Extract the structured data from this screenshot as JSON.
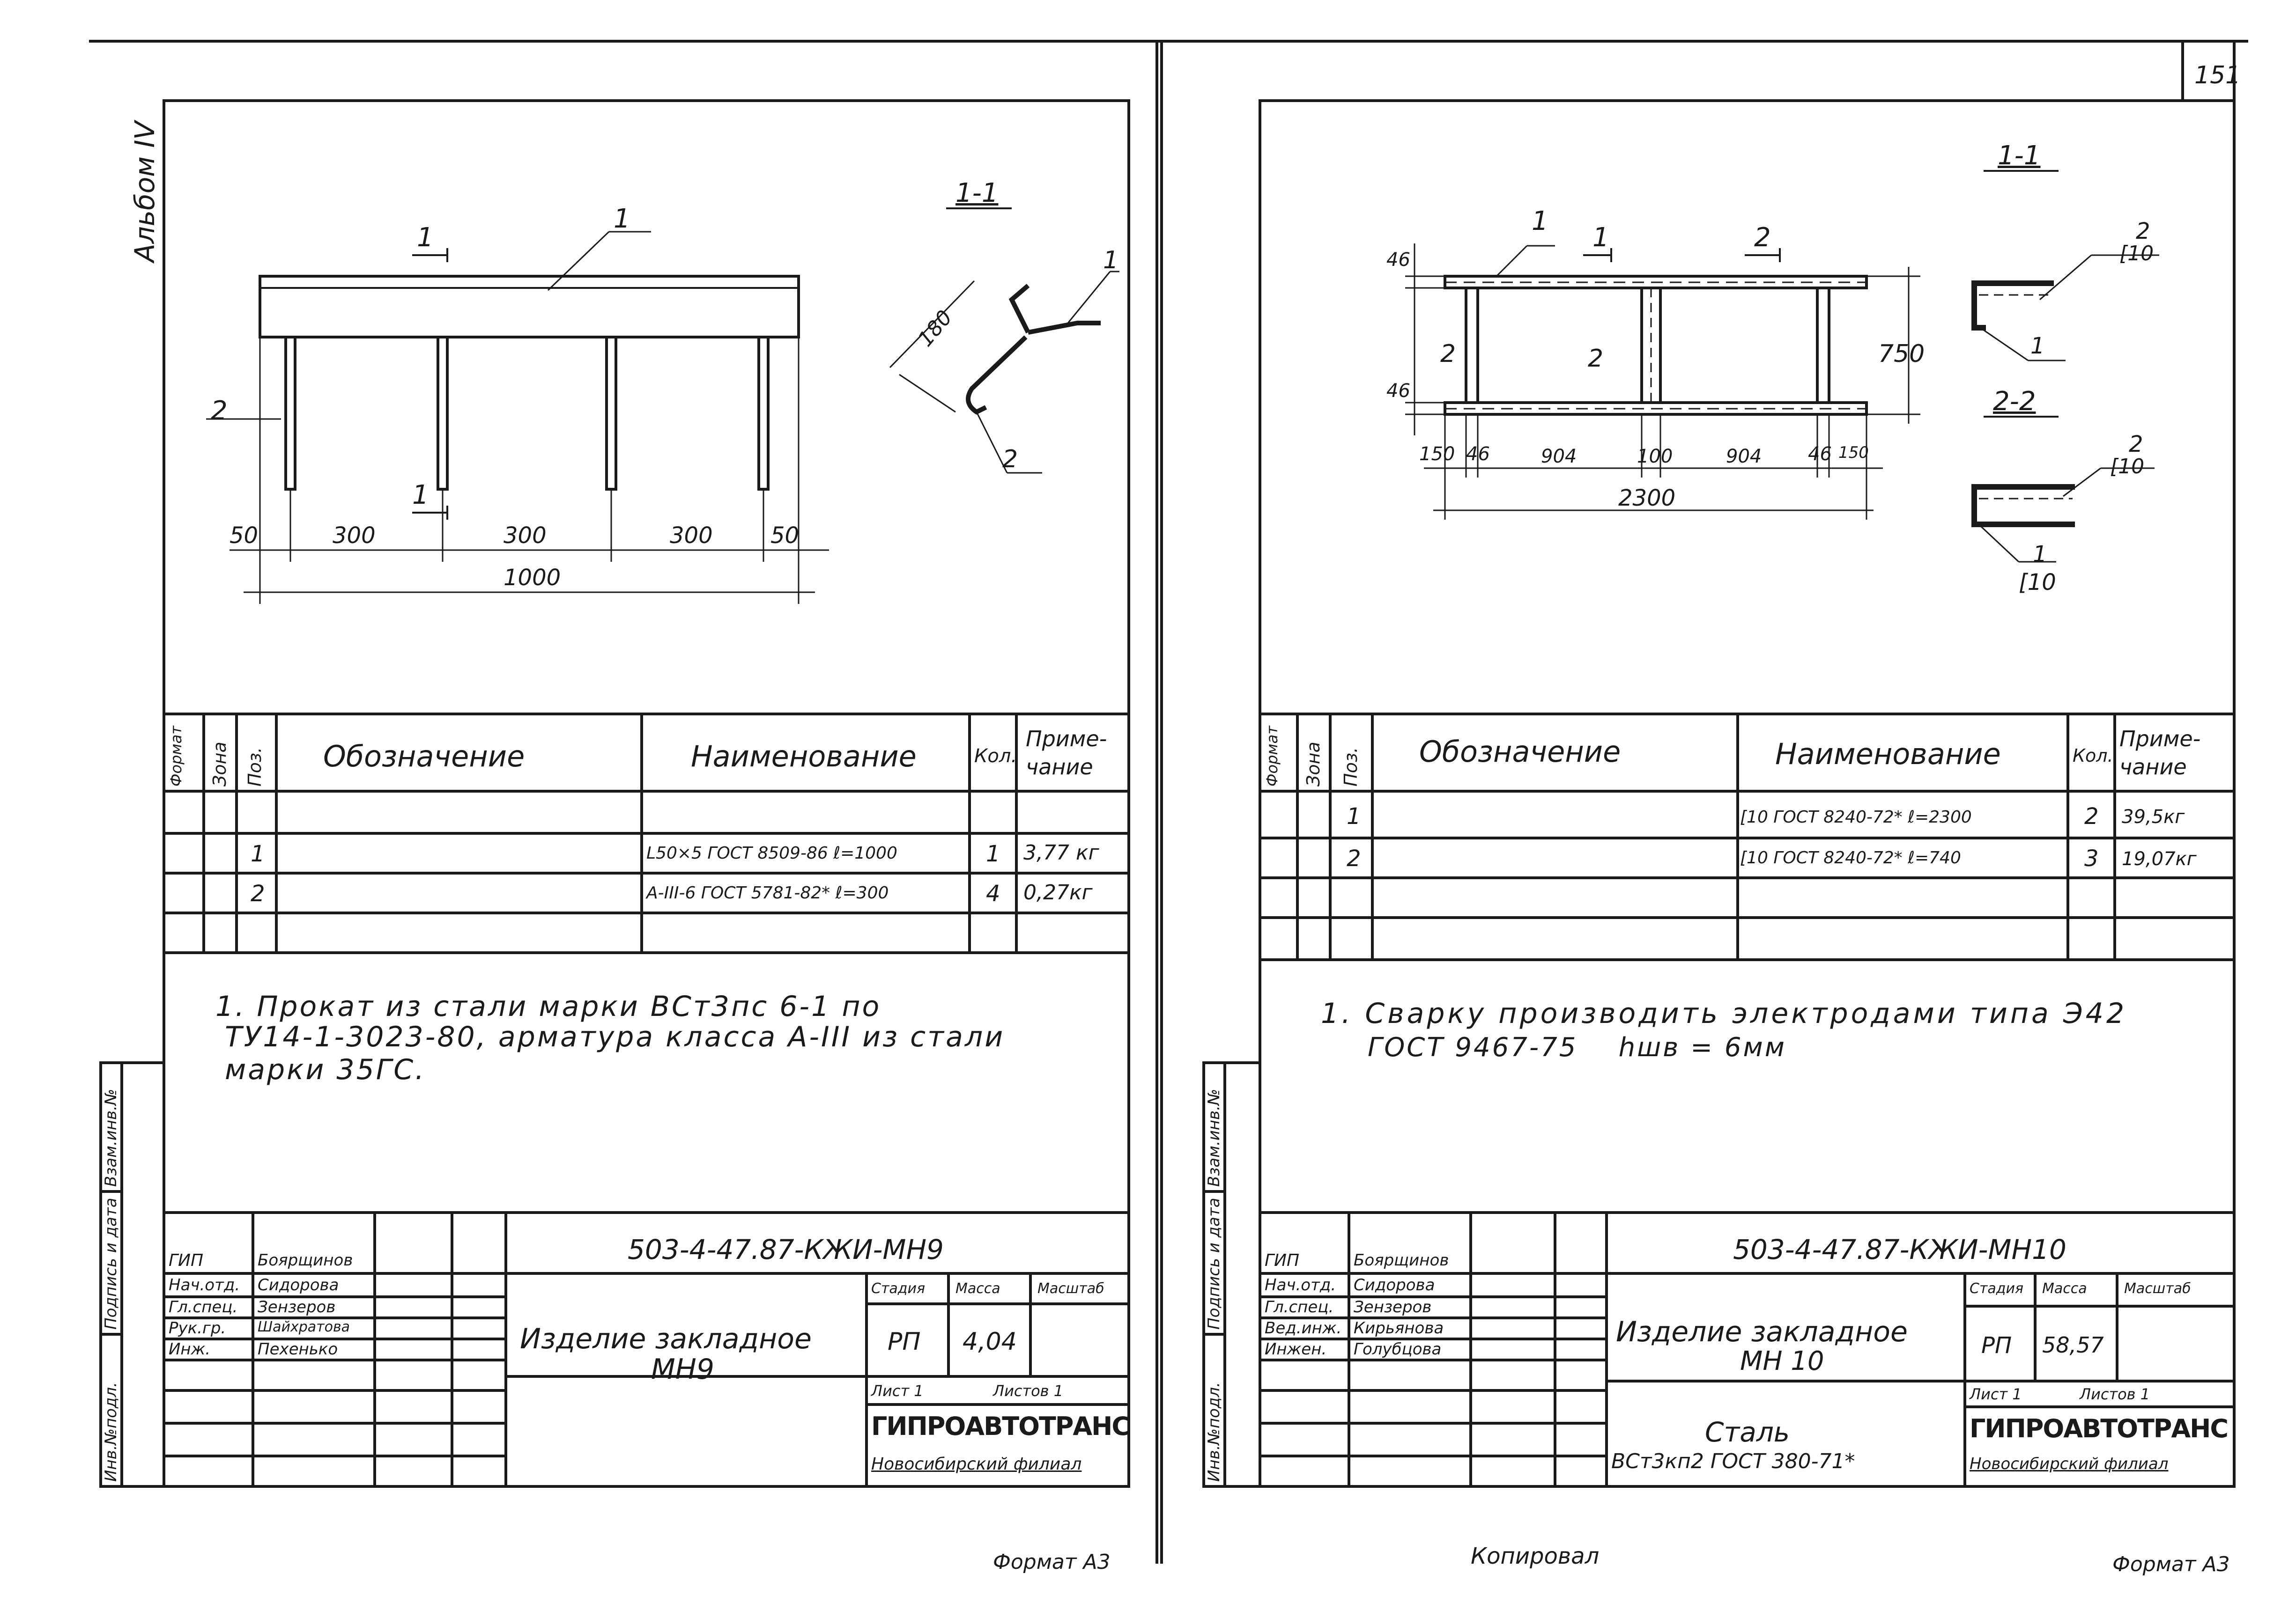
{
  "page_number": "151",
  "album_label": "Альбом IV",
  "left": {
    "section_label": "1-1",
    "drawing": {
      "callout_1": "1",
      "callout_2": "2",
      "cut_label": "1",
      "dims": [
        "50",
        "300",
        "300",
        "300",
        "50"
      ],
      "total_length": "1000",
      "section_dim": "180",
      "section_pos_1": "1",
      "section_pos_2": "2"
    },
    "spec_table": {
      "headers": {
        "format": "Формат",
        "zone": "Зона",
        "pos": "Поз.",
        "designation": "Обозначение",
        "name": "Наименование",
        "qty": "Кол.",
        "note_1": "Приме-",
        "note_2": "чание"
      },
      "rows": [
        {
          "pos": "1",
          "name": "L50×5 ГОСТ 8509-86 ℓ=1000",
          "qty": "1",
          "note": "3,77 кг"
        },
        {
          "pos": "2",
          "name": "A-III-6 ГОСТ 5781-82* ℓ=300",
          "qty": "4",
          "note": "0,27кг"
        }
      ]
    },
    "notes": [
      "1. Прокат из стали марки ВСт3пс 6-1 по",
      "ТУ14-1-3023-80, арматура класса A-III из стали",
      "марки 35ГС."
    ],
    "title_block": {
      "code": "503-4-47.87-КЖИ-МН9",
      "title_line1": "Изделие закладное",
      "title_line2": "МН9",
      "roles": [
        "ГИП",
        "Нач.отд.",
        "Гл.спец.",
        "Рук.гр.",
        "Инж."
      ],
      "names": [
        "Боярщинов",
        "Сидорова",
        "Зензеров",
        "Шайхратова",
        "Пехенько"
      ],
      "stage_label": "Стадия",
      "mass_label": "Масса",
      "scale_label": "Масштаб",
      "stage": "РП",
      "mass": "4,04",
      "sheet": "Лист 1",
      "sheets": "Листов 1",
      "org": "ГИПРОАВТОТРАНС",
      "branch": "Новосибирский филиал"
    },
    "side_labels": [
      "Инв.№подл.",
      "Подпись и дата",
      "Взам.инв.№"
    ],
    "format": "Формат А3"
  },
  "right": {
    "section_label_1": "1-1",
    "section_label_2": "2-2",
    "drawing": {
      "dims_bottom": [
        "150",
        "46",
        "904",
        "100",
        "904",
        "46",
        "150"
      ],
      "total_length": "2300",
      "height": "750",
      "flange_46_top": "46",
      "flange_46_bottom": "46",
      "callout_1": "1",
      "callout_2": "2",
      "channel_label": "[10"
    },
    "spec_table": {
      "headers": {
        "format": "Формат",
        "zone": "Зона",
        "pos": "Поз.",
        "designation": "Обозначение",
        "name": "Наименование",
        "qty": "Кол.",
        "note_1": "Приме-",
        "note_2": "чание"
      },
      "rows": [
        {
          "pos": "1",
          "name": "[10 ГОСТ 8240-72* ℓ=2300",
          "qty": "2",
          "note": "39,5кг"
        },
        {
          "pos": "2",
          "name": "[10 ГОСТ 8240-72* ℓ=740",
          "qty": "3",
          "note": "19,07кг"
        }
      ]
    },
    "notes": [
      "1. Сварку производить электродами типа Э42",
      "ГОСТ 9467-75    hшв = 6мм"
    ],
    "title_block": {
      "code": "503-4-47.87-КЖИ-МН10",
      "title_line1": "Изделие закладное",
      "title_line2": "МН 10",
      "material_line1": "Сталь",
      "material_line2": "ВСт3кп2 ГОСТ 380-71*",
      "roles": [
        "ГИП",
        "Нач.отд.",
        "Гл.спец.",
        "Вед.инж.",
        "Инжен."
      ],
      "names": [
        "Боярщинов",
        "Сидорова",
        "Зензеров",
        "Кирьянова",
        "Голубцова"
      ],
      "stage_label": "Стадия",
      "mass_label": "Масса",
      "scale_label": "Масштаб",
      "stage": "РП",
      "mass": "58,57",
      "sheet": "Лист 1",
      "sheets": "Листов 1",
      "org": "ГИПРОАВТОТРАНС",
      "branch": "Новосибирский филиал"
    },
    "side_labels": [
      "Инв.№подл.",
      "Подпись и дата",
      "Взам.инв.№"
    ],
    "copied_by": "Копировал",
    "format": "Формат А3"
  }
}
